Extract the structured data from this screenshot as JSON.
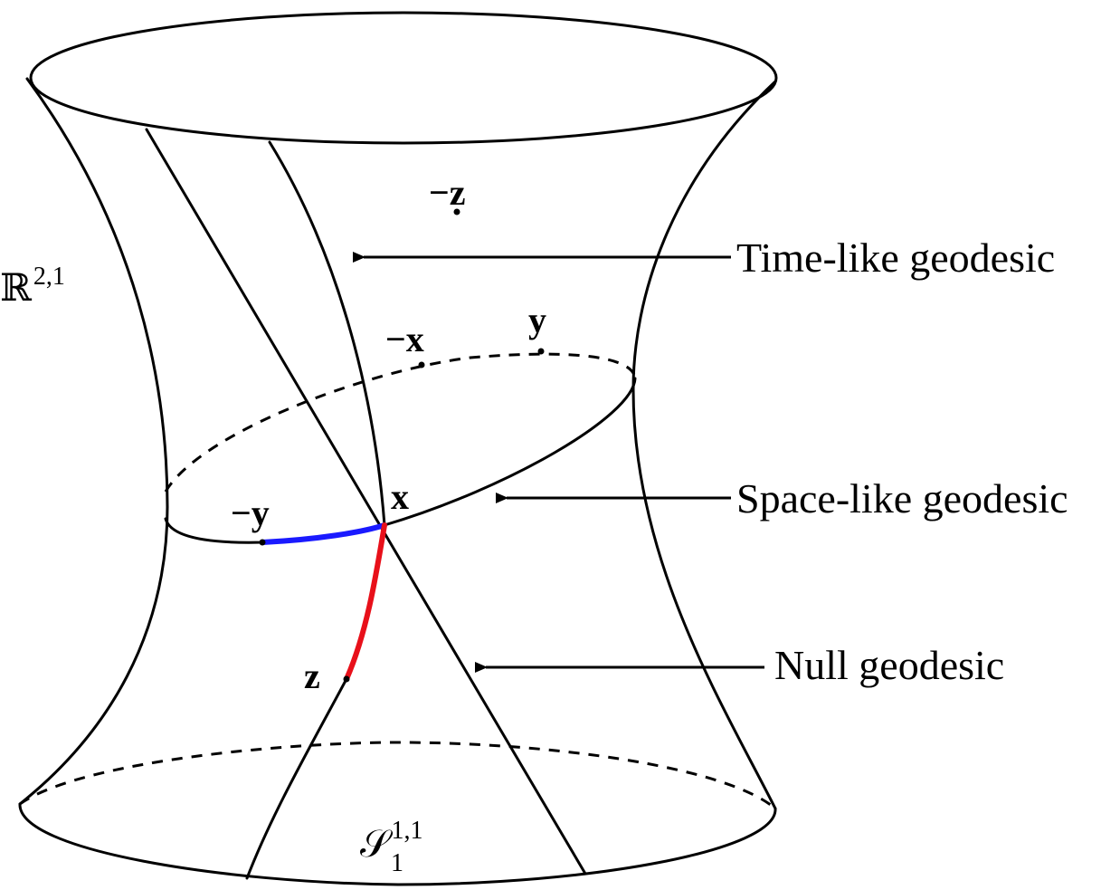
{
  "labels": {
    "ambient_space": "ℝ",
    "ambient_space_sup": "2,1",
    "manifold": "𝒮",
    "manifold_sub": "1",
    "manifold_sup": "1,1",
    "time_like": "Time-like geodesic",
    "space_like": "Space-like geodesic",
    "null": "Null geodesic"
  },
  "points": {
    "neg_z": "−z",
    "neg_x": "−x",
    "y": "y",
    "x": "x",
    "neg_y": "−y",
    "z": "z"
  },
  "colors": {
    "ink": "#000000",
    "space_like_segment": "#1a1aff",
    "time_like_segment": "#e8101a"
  }
}
